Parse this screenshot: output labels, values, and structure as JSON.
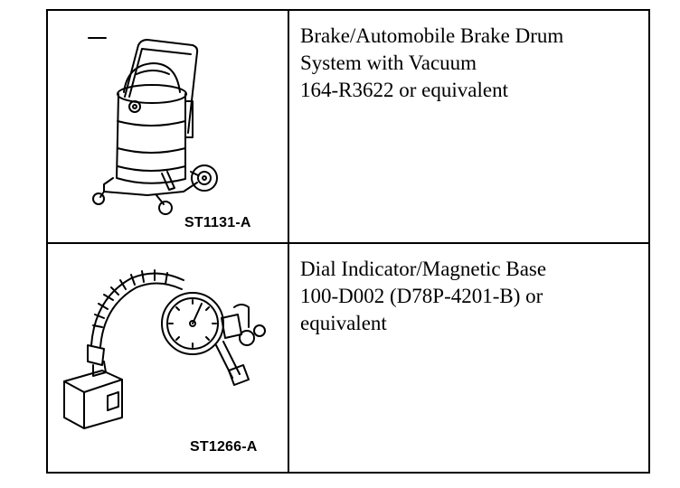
{
  "tools": [
    {
      "figure_id": "ST1131-A",
      "illustration": "vacuum-icon",
      "lines": [
        "Brake/Automobile Brake Drum",
        "System with Vacuum",
        "164-R3622 or equivalent"
      ]
    },
    {
      "figure_id": "ST1266-A",
      "illustration": "dial-indicator-icon",
      "lines": [
        "Dial Indicator/Magnetic Base",
        "100-D002 (D78P-4201-B) or",
        "equivalent"
      ]
    }
  ]
}
